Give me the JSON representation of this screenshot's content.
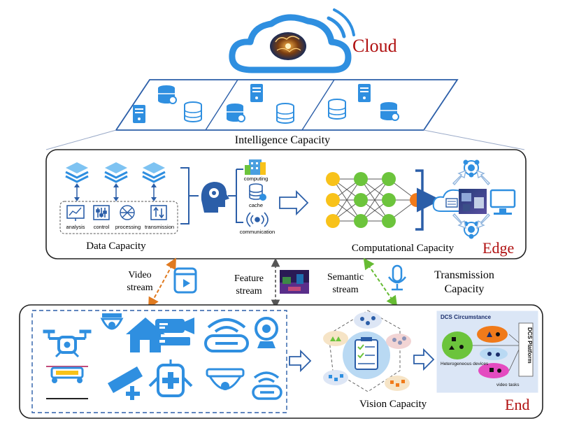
{
  "layers": {
    "cloud": "Cloud",
    "edge": "Edge",
    "end": "End"
  },
  "capacities": {
    "intelligence": "Intelligence Capacity",
    "data": "Data Capacity",
    "computational": "Computational Capacity",
    "vision": "Vision Capacity",
    "transmission_line1": "Transmission",
    "transmission_line2": "Capacity"
  },
  "data_modules": [
    "analysis",
    "control",
    "processing",
    "transmission"
  ],
  "resources": [
    "computing",
    "cache",
    "communication"
  ],
  "streams": {
    "video_line1": "Video",
    "video_line2": "stream",
    "feature_line1": "Feature",
    "feature_line2": "stream",
    "semantic_line1": "Semantic",
    "semantic_line2": "stream"
  },
  "dcs": {
    "title": "DCS Circumstance",
    "platform": "DCS Platform",
    "devices": "Heterogeneous devices",
    "tasks": "video tasks"
  },
  "colors": {
    "primary_blue": "#2f8fe0",
    "dark_blue": "#2b5ea8",
    "layer_label_red": "#b01010",
    "orange": "#f5a623",
    "green": "#5cc22e",
    "neuron_yellow": "#f8c21a",
    "neuron_green": "#6cc43c",
    "neuron_orange": "#f07a1a",
    "dcs_panel": "#dbe6f6"
  }
}
